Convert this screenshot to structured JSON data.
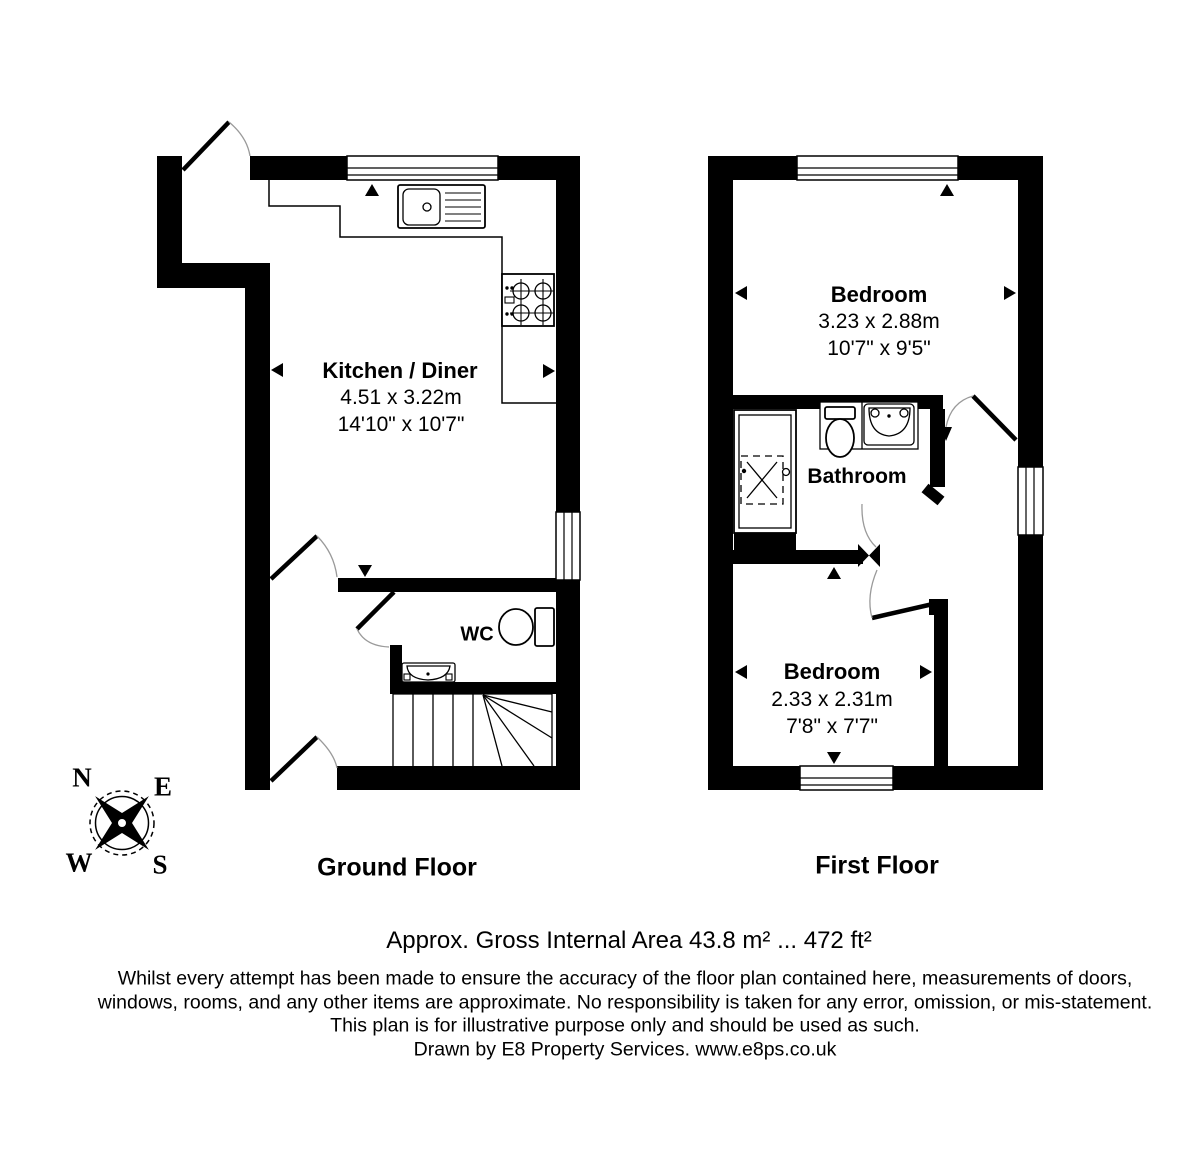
{
  "ground_floor": {
    "label": "Ground Floor",
    "kitchen": {
      "name": "Kitchen / Diner",
      "dim_metric": "4.51 x 3.22m",
      "dim_imperial": "14'10\" x 10'7\""
    },
    "wc": {
      "name": "WC"
    }
  },
  "first_floor": {
    "label": "First Floor",
    "bedroom1": {
      "name": "Bedroom",
      "dim_metric": "3.23 x 2.88m",
      "dim_imperial": "10'7\" x 9'5\""
    },
    "bathroom": {
      "name": "Bathroom"
    },
    "bedroom2": {
      "name": "Bedroom",
      "dim_metric": "2.33 x 2.31m",
      "dim_imperial": "7'8\" x 7'7\""
    }
  },
  "compass": {
    "north": "N",
    "east": "E",
    "west": "W",
    "south": "S"
  },
  "footer": {
    "area_line": "Approx. Gross Internal Area 43.8 m² ... 472 ft²",
    "disclaimer": [
      "Whilst every attempt has been made to ensure the accuracy of the floor plan contained here, measurements of doors,",
      "windows, rooms, and any other items are approximate. No responsibility is taken for any error, omission, or mis-statement.",
      "This plan is for illustrative purpose only and should be used as such.",
      "Drawn by E8 Property Services. www.e8ps.co.uk"
    ]
  },
  "colors": {
    "wall": "#000000",
    "background": "#ffffff",
    "door_swing": "#9a9a9a"
  }
}
